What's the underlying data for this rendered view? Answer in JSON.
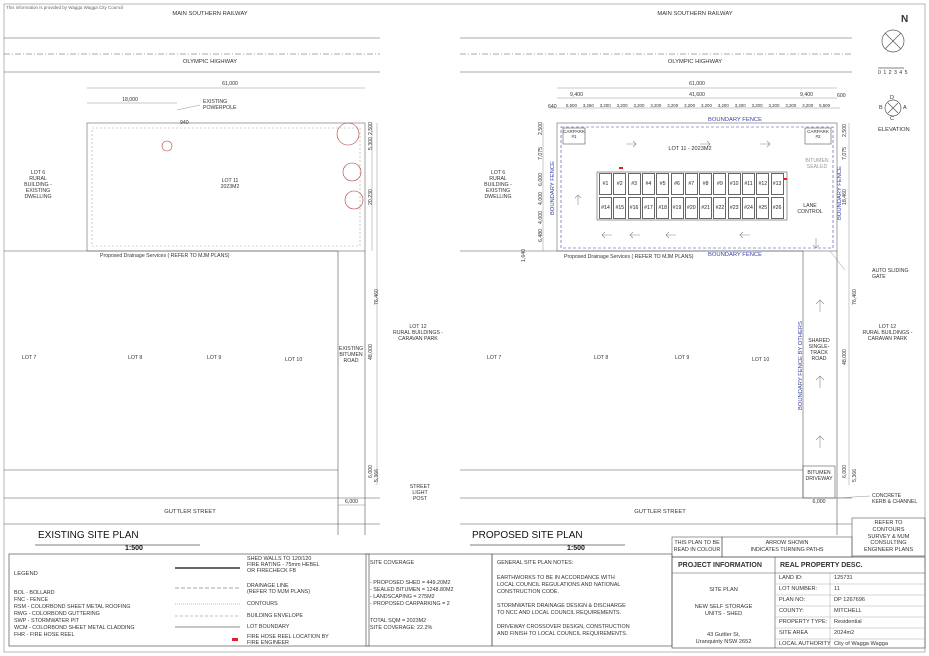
{
  "header_notes": {
    "top_left": "This information is provided by Wagga Wagga City Council"
  },
  "existing": {
    "railway": "MAIN SOUTHERN RAILWAY",
    "highway": "OLYMPIC HIGHWAY",
    "dim_total": "61,000",
    "dim_left": "18,000",
    "existing_powerpole": [
      "EXISTING",
      "POWERPOLE"
    ],
    "lot6": [
      "LOT 6",
      "RURAL",
      "BUILDING -",
      "EXISTING",
      "DWELLING"
    ],
    "lot11": [
      "LOT 11",
      "2023M2"
    ],
    "drainage": "Proposed Drainage Services ( REFER TO MJM PLANS)",
    "lot12": [
      "LOT 12",
      "RURAL BUILDINGS -",
      "CARAVAN PARK"
    ],
    "road": [
      "EXISTING",
      "BITUMEN",
      "ROAD"
    ],
    "lots": [
      "LOT 7",
      "LOT 8",
      "LOT 9",
      "LOT 10"
    ],
    "street": "GUTTLER STREET",
    "street_light": [
      "STREET",
      "LIGHT",
      "POST"
    ],
    "dim_6000": "6,000",
    "dim_side_vals": [
      "20,230",
      "5,300",
      "2,500",
      "76,460",
      "48,000",
      "6,000",
      "5,366"
    ],
    "dim_940": "940",
    "title": "EXISTING SITE PLAN",
    "scale": "1:500"
  },
  "proposed": {
    "railway": "MAIN SOUTHERN RAILWAY",
    "highway": "OLYMPIC HIGHWAY",
    "dim_total": "61,000",
    "dim_inner": "41,600",
    "dim_9400a": "9,400",
    "dim_9400b": "9,400",
    "dim_640": "640",
    "dim_600": "600",
    "dim_row": [
      "5,500",
      "3,260",
      "3,200",
      "3,200",
      "3,200",
      "3,200",
      "3,200",
      "3,200",
      "3,200",
      "3,200",
      "3,200",
      "3,200",
      "3,200",
      "3,200",
      "3,200",
      "5,500"
    ],
    "boundary_fence_top": "BOUNDARY FENCE",
    "boundary_fence_bottom": "BOUNDARY FENCE",
    "boundary_fence_left": "BOUNDARY FENCE",
    "boundary_fence_right": "BOUNDARY FENCE",
    "boundary_fence_others": "BOUNDARY FENCE BY OTHERS",
    "carpark1": [
      "CARPARK",
      "#1"
    ],
    "carpark2": [
      "CARPARK",
      "#2"
    ],
    "lot11": "LOT 11 - 2023M2",
    "bitumen_sealed": [
      "BITUMEN",
      "SEALED"
    ],
    "units_top": [
      "#1",
      "#2",
      "#3",
      "#4",
      "#5",
      "#6",
      "#7",
      "#8",
      "#9",
      "#10",
      "#11",
      "#12",
      "#13"
    ],
    "units_bottom": [
      "#14",
      "#15",
      "#16",
      "#17",
      "#18",
      "#19",
      "#20",
      "#21",
      "#22",
      "#23",
      "#24",
      "#25",
      "#26"
    ],
    "lane_control": [
      "LANE",
      "CONTROL"
    ],
    "lot6": [
      "LOT 6",
      "RURAL",
      "BUILDING -",
      "EXISTING",
      "DWELLING"
    ],
    "drainage": "Proposed Drainage Services ( REFER TO MJM PLANS)",
    "auto_gate": [
      "AUTO SLIDING",
      "GATE"
    ],
    "lot12": [
      "LOT 12",
      "RURAL BUILDINGS -",
      "CARAVAN PARK"
    ],
    "shared_road": [
      "SHARED",
      "SINGLE-",
      "TRACK",
      "ROAD"
    ],
    "lots": [
      "LOT 7",
      "LOT 8",
      "LOT 9",
      "LOT 10"
    ],
    "bitumen_driveway": [
      "BITUMEN",
      "DRIVEWAY"
    ],
    "street": "GUTTLER STREET",
    "concrete_kerb": [
      "CONCRETE",
      "KERB & CHANNEL"
    ],
    "dim_6000": "6,000",
    "dim_left_vals": [
      "2,500",
      "7,075",
      "6,000",
      "4,000",
      "4,000",
      "6,480",
      "1,640"
    ],
    "dim_right_vals": [
      "2,500",
      "7,075",
      "18,460",
      "76,460",
      "48,000",
      "6,000",
      "5,366"
    ],
    "title": "PROPOSED SITE PLAN",
    "scale": "1:500"
  },
  "north": {
    "letter": "N",
    "scale_nums": "0 1 2 3 4 5",
    "elevation_letters": [
      "D",
      "B",
      "A",
      "C"
    ],
    "elevation_label": "ELEVATION"
  },
  "refer_box": [
    "REFER TO",
    "CONTOURS",
    "SURVEY & MJM",
    "CONSULTING",
    "ENGINEER PLANS"
  ],
  "colour_box": [
    "THIS PLAN TO BE",
    "READ IN COLOUR"
  ],
  "arrow_box": [
    "ARROW SHOWN",
    "INDICATES TURNING PATHS"
  ],
  "legend": {
    "title": "LEGEND",
    "items": [
      "BOL - BOLLARD",
      "FNC - FENCE",
      "RSM - COLORBOND SHEET METAL ROOFING",
      "RWG - COLORBOND GUTTERING",
      "SWP - STORMWATER PIT",
      "WCM - COLORBOND SHEET METAL CLADDING",
      "FHR - FIRE HOSE REEL"
    ],
    "symbols": [
      [
        "SHED WALLS TO 120/120",
        "FIRE RATING - 75mm HEBEL",
        "OR FIRECHECK FB"
      ],
      [
        "DRAINAGE LINE",
        "(REFER TO MJM PLANS)"
      ],
      [
        "CONTOURS"
      ],
      [
        "BUILDING ENVELOPE"
      ],
      [
        "LOT BOUNDARY"
      ],
      [
        "FIRE HOSE REEL LOCATION BY",
        "FIRE ENGINEER"
      ]
    ],
    "red_color": "#e0202a"
  },
  "coverage": {
    "title": "SITE COVERAGE",
    "lines": [
      "- PROPOSED SHED = 449.20M2",
      "- SEALED BITUMEN = 1248.80M2",
      "- LANDSCAPING = 275M2",
      "- PROPOSED CARPARKING = 2"
    ],
    "total": "TOTAL SQM = 2023M2",
    "site_coverage": "SITE COVERAGE: 22.2%"
  },
  "general_notes": {
    "title": "GENERAL SITE PLAN NOTES:",
    "paras": [
      [
        "EARTHWORKS TO BE IN ACCORDANCE WITH",
        "LOCAL COUNCIL REGULATIONS AND NATIONAL",
        "CONSTRUCTION CODE."
      ],
      [
        "STORMWATER DRAINAGE DESIGN & DISCHARGE",
        "TO NCC AND LOCAL COUNCIL REQUIREMENTS."
      ],
      [
        "DRIVEWAY CROSSOVER DESIGN, CONSTRUCTION",
        "AND FINISH TO LOCAL COUNCIL REQUIREMENTS."
      ]
    ]
  },
  "project": {
    "title": "PROJECT INFORMATION",
    "site_plan": "SITE PLAN",
    "desc": [
      "NEW SELF STORAGE",
      "UNITS - SHED"
    ],
    "address": [
      "43 Guttler St,",
      "Uranquinty NSW 2652"
    ]
  },
  "property": {
    "title": "REAL PROPERTY DESC.",
    "rows": [
      {
        "k": "LAND ID:",
        "v": "125731"
      },
      {
        "k": "LOT NUMBER:",
        "v": "11"
      },
      {
        "k": "PLAN NO:",
        "v": "DP 1267696"
      },
      {
        "k": "COUNTY:",
        "v": "MITCHELL"
      },
      {
        "k": "PROPERTY TYPE:",
        "v": "Residential"
      },
      {
        "k": "SITE AREA",
        "v": "2024m2"
      },
      {
        "k": "LOCAL AUTHORITY",
        "v": "City of Wagga Wagga"
      }
    ]
  }
}
